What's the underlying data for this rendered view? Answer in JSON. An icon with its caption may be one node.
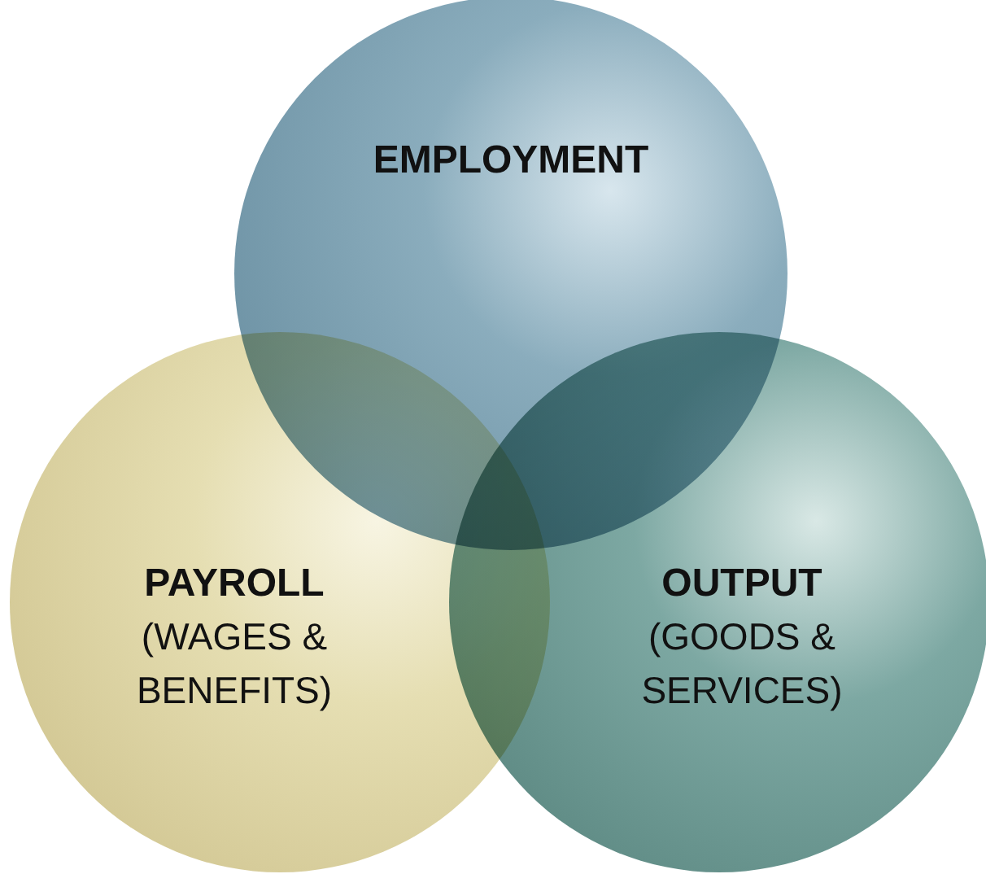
{
  "diagram": {
    "nodes": [
      {
        "text": [
          "EMPLOYMENT"
        ]
      },
      {
        "text": [
          "PAYROLL",
          "(WAGES & BENEFITS)"
        ]
      },
      {
        "text": [
          "OUTPUT",
          "(GOODS & SERVICES)"
        ]
      }
    ]
  }
}
